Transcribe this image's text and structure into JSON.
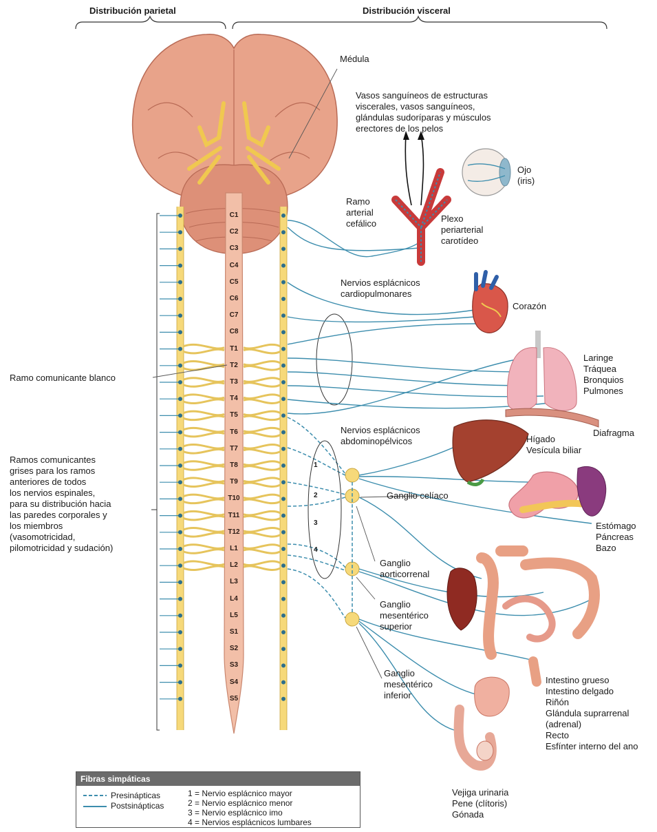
{
  "headers": {
    "parietal": "Distribución parietal",
    "visceral": "Distribución visceral"
  },
  "labels": {
    "medula": "Médula",
    "vasos": [
      "Vasos sanguíneos de estructuras",
      "viscerales, vasos sanguíneos,",
      "glándulas sudoríparas y músculos",
      "erectores de los pelos"
    ],
    "ramo_arterial": [
      "Ramo",
      "arterial",
      "cefálico"
    ],
    "ojo": [
      "Ojo",
      "(iris)"
    ],
    "plexo": [
      "Plexo",
      "periarterial",
      "carotídeo"
    ],
    "nervios_cardio": [
      "Nervios esplácnicos",
      "cardiopulmonares"
    ],
    "corazon": "Corazón",
    "laringe": [
      "Laringe",
      "Tráquea",
      "Bronquios",
      "Pulmones"
    ],
    "ramo_blanco": "Ramo comunicante blanco",
    "nervios_abdo": [
      "Nervios esplácnicos",
      "abdominopélvicos"
    ],
    "diafragma": "Diafragma",
    "higado": [
      "Hígado",
      "Vesícula biliar"
    ],
    "ramos_grises": [
      "Ramos comunicantes",
      "grises para los ramos",
      "anteriores  de todos",
      "los nervios espinales,",
      "para su distribución hacia",
      "las paredes corporales y",
      "los miembros",
      "(vasomotricidad,",
      "pilomotricidad y sudación)"
    ],
    "ganglio_celiaco": "Ganglio celíaco",
    "estomago": [
      "Estómago",
      "Páncreas",
      "Bazo"
    ],
    "ganglio_aortico": [
      "Ganglio",
      "aorticorrenal"
    ],
    "ganglio_mes_sup": [
      "Ganglio",
      "mesentérico",
      "superior"
    ],
    "ganglio_mes_inf": [
      "Ganglio",
      "mesentérico",
      "inferior"
    ],
    "intestino": [
      "Intestino grueso",
      "Intestino delgado",
      "Riñón",
      "Glándula suprarrenal",
      "(adrenal)",
      "Recto",
      "Esfínter interno del ano"
    ],
    "vejiga": [
      "Vejiga urinaria",
      "Pene (clítoris)",
      "Gónada"
    ],
    "splanchnic_numbers": [
      "1",
      "2",
      "3",
      "4"
    ]
  },
  "segments": [
    "C1",
    "C2",
    "C3",
    "C4",
    "C5",
    "C6",
    "C7",
    "C8",
    "T1",
    "T2",
    "T3",
    "T4",
    "T5",
    "T6",
    "T7",
    "T8",
    "T9",
    "T10",
    "T11",
    "T12",
    "L1",
    "L2",
    "L3",
    "L4",
    "L5",
    "S1",
    "S2",
    "S3",
    "S4",
    "S5"
  ],
  "legend": {
    "title": "Fibras simpáticas",
    "pre": "Presinápticas",
    "post": "Postsinápticas",
    "items": [
      "1 = Nervio esplácnico mayor",
      "2 = Nervio esplácnico menor",
      "3 = Nervio esplácnico imo",
      "4 = Nervios esplácnicos lumbares"
    ]
  },
  "colors": {
    "brain": "#e8a38a",
    "cord": "#f2bfa8",
    "ganglia": "#f6d97a",
    "nerve": "#3c8dad",
    "organ": "#e79a8f"
  }
}
